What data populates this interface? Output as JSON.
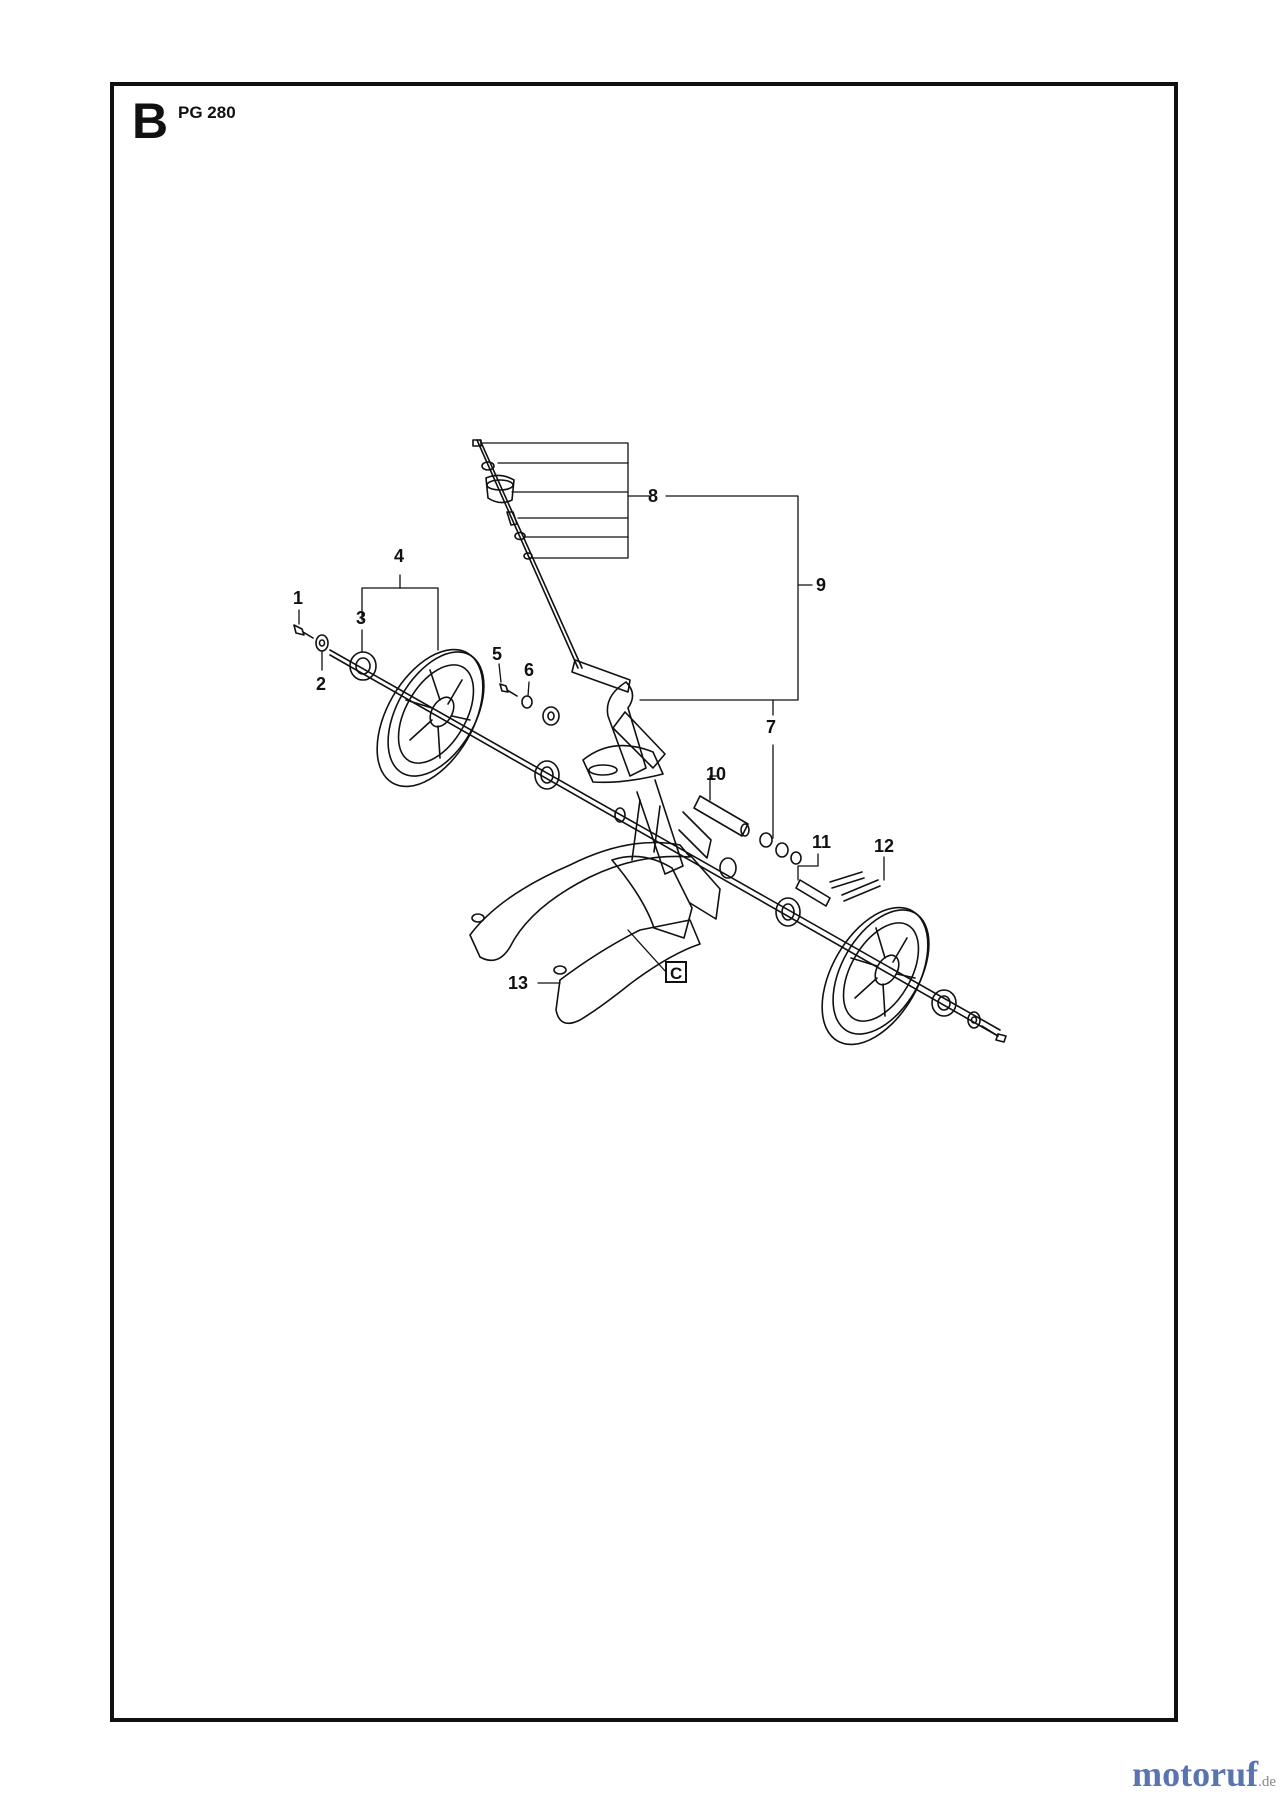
{
  "header": {
    "section_letter": "B",
    "model": "PG 280"
  },
  "callouts": [
    "1",
    "2",
    "3",
    "4",
    "5",
    "6",
    "7",
    "8",
    "9",
    "10",
    "11",
    "12",
    "13"
  ],
  "reference_box": "C",
  "watermark": {
    "brand": "motoruf",
    "tld": ".de"
  },
  "colors": {
    "line": "#111111",
    "watermark": "#5a74b0"
  }
}
